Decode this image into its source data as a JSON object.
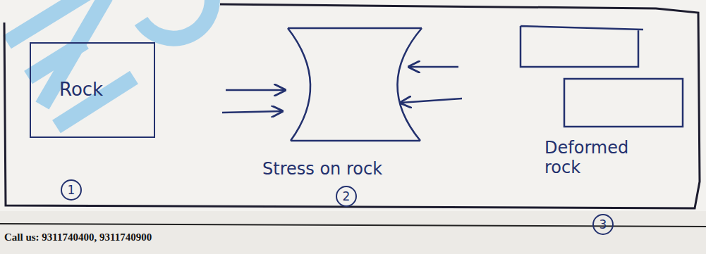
{
  "diagram": {
    "nodes": [
      {
        "text": [
          "Rock"
        ]
      }
    ],
    "labels": [
      "1",
      "Stress on rock",
      "2",
      "Deformed rock",
      "3",
      "Call us: 9311740400, 9311740900"
    ]
  }
}
